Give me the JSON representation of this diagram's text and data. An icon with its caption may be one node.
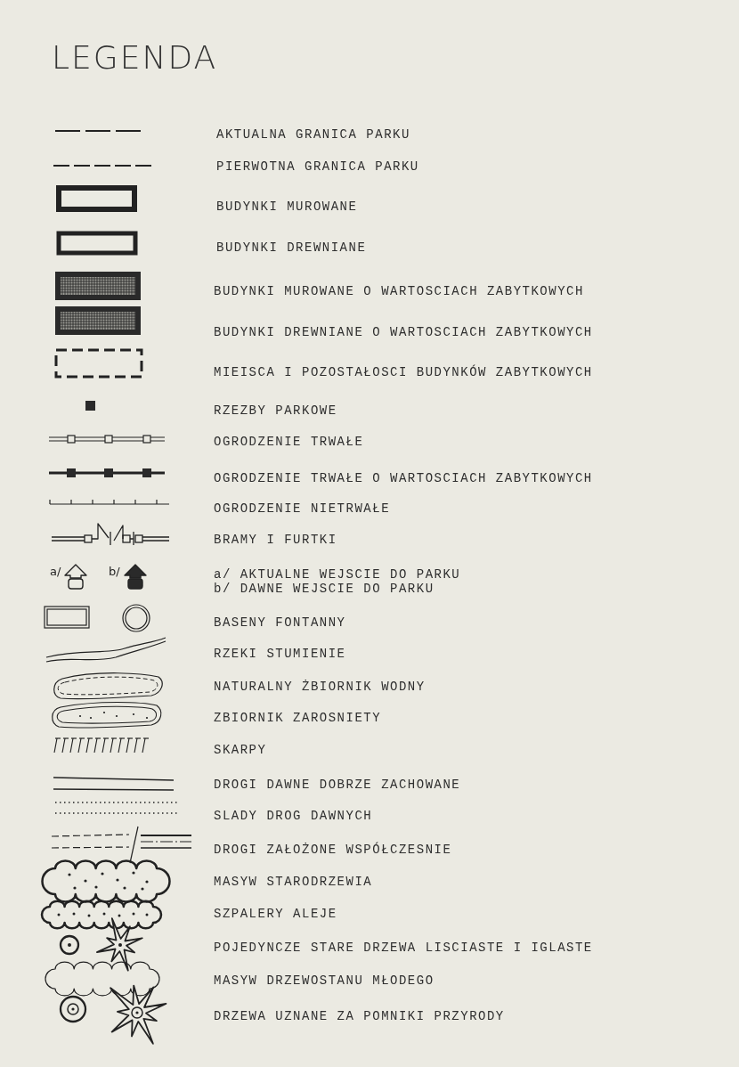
{
  "diagram": {
    "title": "LEGENDA",
    "labels": [
      "a/",
      "b/"
    ],
    "legend": [
      {
        "text": "AKTUALNA GRANICA PARKU"
      },
      {
        "text": "PIERWOTNA GRANICA PARKU"
      },
      {
        "text": "BUDYNKI MUROWANE"
      },
      {
        "text": "BUDYNKI DREWNIANE"
      },
      {
        "text": "BUDYNKI MUROWANE O WARTOSCIACH ZABYTKOWYCH"
      },
      {
        "text": "BUDYNKI DREWNIANE O WARTOSCIACH ZABYTKOWYCH"
      },
      {
        "text": "MIEISCA I POZOSTAŁOSCI BUDYNKÓW ZABYTKOWYCH"
      },
      {
        "text": "RZEZBY PARKOWE"
      },
      {
        "text": "OGRODZENIE TRWAŁE"
      },
      {
        "text": "OGRODZENIE TRWAŁE O WARTOSCIACH ZABYTKOWYCH"
      },
      {
        "text": "OGRODZENIE NIETRWAŁE"
      },
      {
        "text": "BRAMY I FURTKI"
      },
      {
        "text": "a/ AKTUALNE WEJSCIE DO PARKU"
      },
      {
        "text": "b/ DAWNE WEJSCIE DO PARKU"
      },
      {
        "text": "BASENY FONTANNY"
      },
      {
        "text": "RZEKI STUMIENIE"
      },
      {
        "text": "NATURALNY ŻBIORNIK WODNY"
      },
      {
        "text": "ZBIORNIK ZAROSNIETY"
      },
      {
        "text": "SKARPY"
      },
      {
        "text": "DROGI DAWNE DOBRZE ZACHOWANE"
      },
      {
        "text": "SLADY DROG DAWNYCH"
      },
      {
        "text": "DROGI ZAŁOŻONE WSPÓŁCZESNIE"
      },
      {
        "text": "MASYW STARODRZEWIA"
      },
      {
        "text": "SZPALERY ALEJE"
      },
      {
        "text": "POJEDYNCZE STARE DRZEWA LISCIASTE I IGLASTE"
      },
      {
        "text": "MASYW DRZEWOSTANU MŁODEGO"
      },
      {
        "text": "DRZEWA UZNANE ZA POMNIKI PRZYRODY"
      }
    ]
  }
}
